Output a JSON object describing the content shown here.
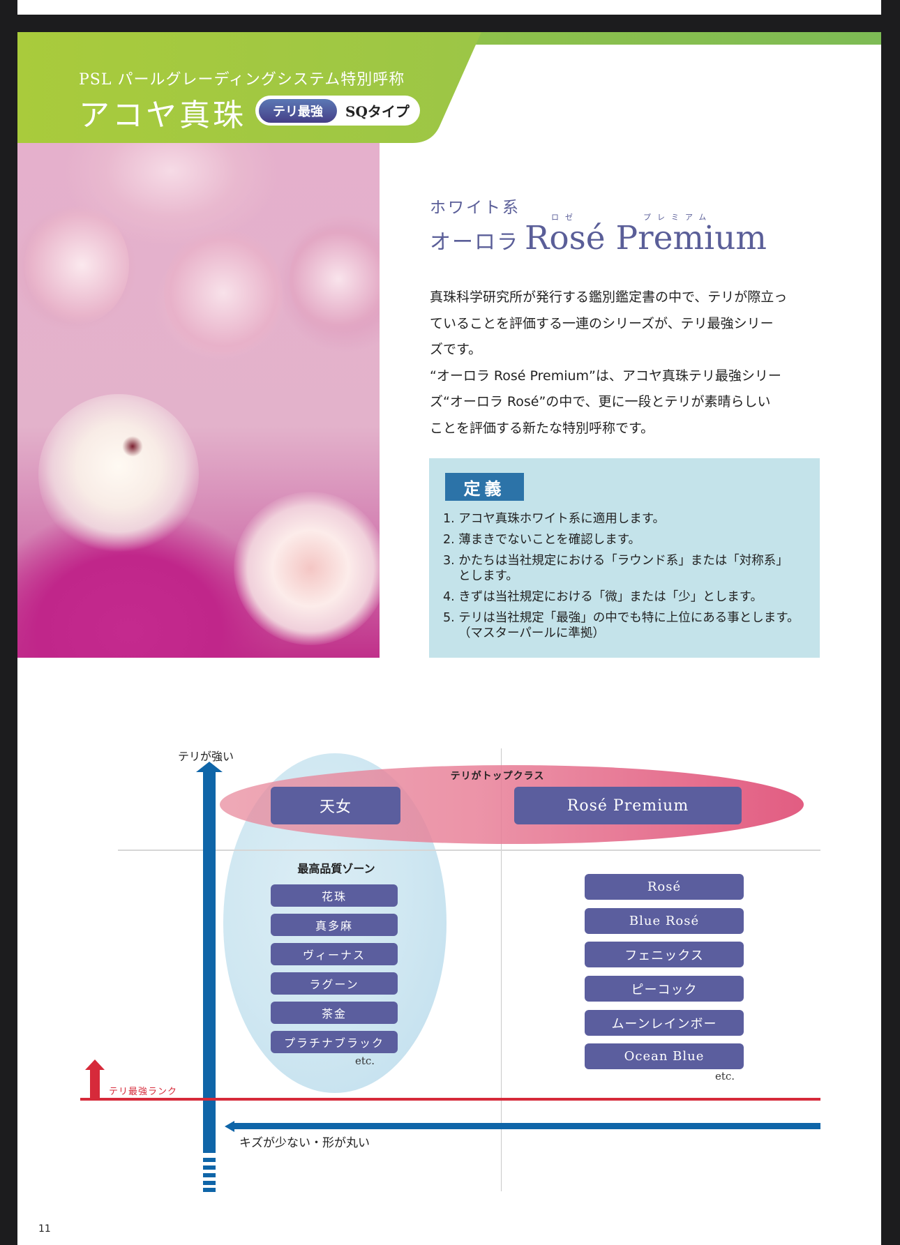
{
  "header": {
    "subtitle": "PSL パールグレーディングシステム特別呼称",
    "title": "アコヤ真珠",
    "badge_strong": "テリ最強",
    "badge_type": "SQタイプ",
    "accent_green": "#a5c93e"
  },
  "photo": {
    "alt": "ピンクのバラ"
  },
  "product": {
    "category": "ホワイト系",
    "ruby_rose": "ロゼ",
    "ruby_premium": "プレミアム",
    "name_jp": "オーロラ",
    "name_en": "Rosé Premium",
    "color": "#5a5e98"
  },
  "description": {
    "lines": [
      "真珠科学研究所が発行する鑑別鑑定書の中で、テリが際立っ",
      "ていることを評価する一連のシリーズが、テリ最強シリー",
      "ズです。",
      "“オーロラ Rosé Premium”は、アコヤ真珠テリ最強シリー",
      "ズ“オーロラ Rosé”の中で、更に一段とテリが素晴らしい",
      "ことを評価する新たな特別呼称です。"
    ]
  },
  "definition": {
    "tag": "定義",
    "items": [
      "1. アコヤ真珠ホワイト系に適用します。",
      "2. 薄まきでないことを確認します。",
      "3. かたちは当社規定における「ラウンド系」または「対称系」\nとします。",
      "4. きずは当社規定における「微」または「少」とします。",
      "5. テリは当社規定「最強」の中でも特に上位にある事とします。\n（マスターパールに準拠）"
    ]
  },
  "chart": {
    "y_axis_label": "テリが強い",
    "x_axis_label": "キズが少ない・形が丸い",
    "top_class_label": "テリがトップクラス",
    "top_class_items": [
      "天女",
      "Rosé Premium"
    ],
    "zone_label": "最高品質ゾーン",
    "left_items": [
      "花珠",
      "真多麻",
      "ヴィーナス",
      "ラグーン",
      "茶金",
      "プラチナブラック"
    ],
    "right_items": [
      "Rosé",
      "Blue Rosé",
      "フェニックス",
      "ピーコック",
      "ムーンレインボー",
      "Ocean Blue"
    ],
    "etc": "etc.",
    "rank_label": "テリ最強ランク",
    "colors": {
      "axis_blue": "#0f65a8",
      "rank_red": "#d62a3a",
      "box": "#5b5e9e",
      "pink": "#e25d82",
      "zone_blue": "#cde6f1"
    }
  },
  "page_number": "11"
}
